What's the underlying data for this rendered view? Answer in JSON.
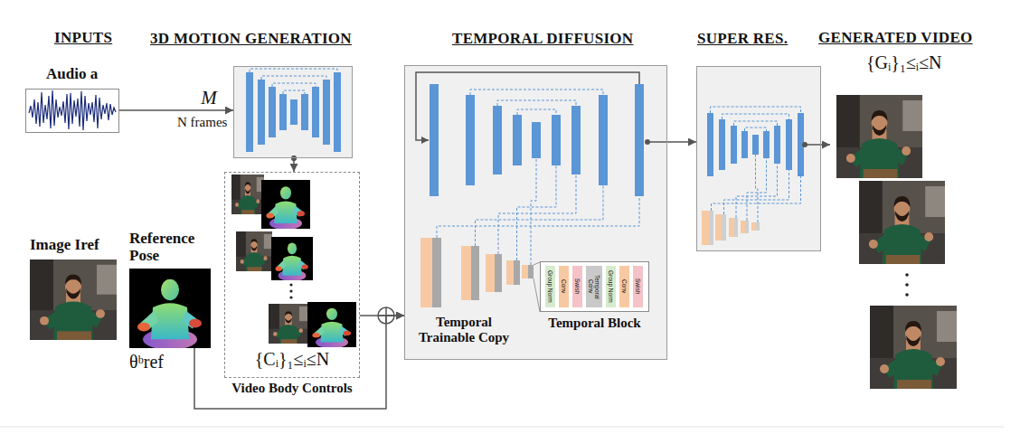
{
  "diagram": {
    "nodes": [
      {
        "text": [
          "Audio a"
        ]
      },
      {
        "text": [
          "3D MOTION GENERATION"
        ]
      },
      {
        "text": [
          "{Cᵢ}₁≤ᵢ≤N",
          "Video Body Controls"
        ]
      },
      {
        "text": [
          "Image Iref"
        ]
      },
      {
        "text": [
          "Reference Pose",
          "θᵇref"
        ]
      },
      {
        "text": [
          "TEMPORAL DIFFUSION"
        ]
      },
      {
        "text": [
          "Temporal Trainable Copy"
        ],
        "in": 5
      },
      {
        "text": [
          "Temporal Block"
        ],
        "in": 5
      },
      {
        "text": [
          "Group Norm"
        ],
        "in": 7
      },
      {
        "text": [
          "Conv"
        ],
        "in": 7
      },
      {
        "text": [
          "Swish"
        ],
        "in": 7
      },
      {
        "text": [
          "Temporal Conv"
        ],
        "in": 7
      },
      {
        "text": [
          "Group Norm"
        ],
        "in": 7
      },
      {
        "text": [
          "Conv"
        ],
        "in": 7
      },
      {
        "text": [
          "Swish"
        ],
        "in": 7
      },
      {
        "text": [
          "SUPER RES."
        ]
      },
      {
        "text": [
          "GENERATED VIDEO",
          "{Gᵢ}₁≤ᵢ≤N"
        ]
      }
    ],
    "edges": [
      {
        "from": 0,
        "to": 1,
        "arrow": "to",
        "label": "M"
      },
      {
        "from": 1,
        "to": 2,
        "arrow": "to"
      },
      {
        "from": 2,
        "to": 5,
        "arrow": "to"
      },
      {
        "from": 4,
        "to": 5,
        "arrow": "to"
      },
      {
        "from": 5,
        "to": 15,
        "arrow": "to"
      },
      {
        "from": 15,
        "to": 16,
        "arrow": "to"
      }
    ],
    "labels": [
      "INPUTS",
      "N frames"
    ]
  }
}
